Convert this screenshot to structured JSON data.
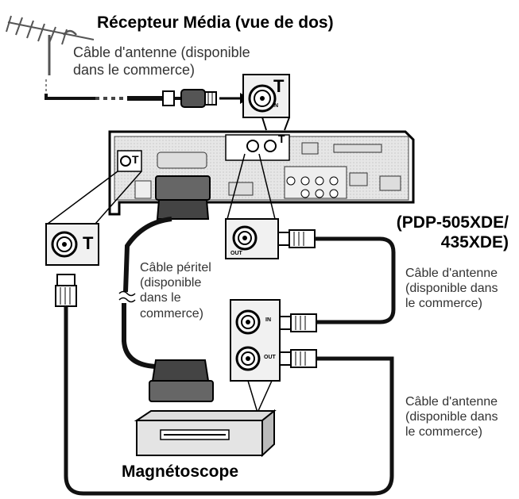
{
  "title_receiver": "Récepteur Média (vue de dos)",
  "antenna_cable_1": "Câble d'antenne (disponible\ndans le commerce)",
  "model": "(PDP-505XDE/\n435XDE)",
  "antenna_cable_2": "Câble d'antenne\n(disponible dans\nle commerce)",
  "scart_cable": "Câble péritel\n(disponible\ndans le\ncommerce)",
  "antenna_cable_3": "Câble d'antenne\n(disponible dans\nle commerce)",
  "vcr": "Magnétoscope",
  "ports": {
    "in": "IN",
    "out": "OUT"
  },
  "antenna_symbol": "T",
  "colors": {
    "line": "#000000",
    "panel": "#e9e9e9",
    "cable": "#111111"
  }
}
